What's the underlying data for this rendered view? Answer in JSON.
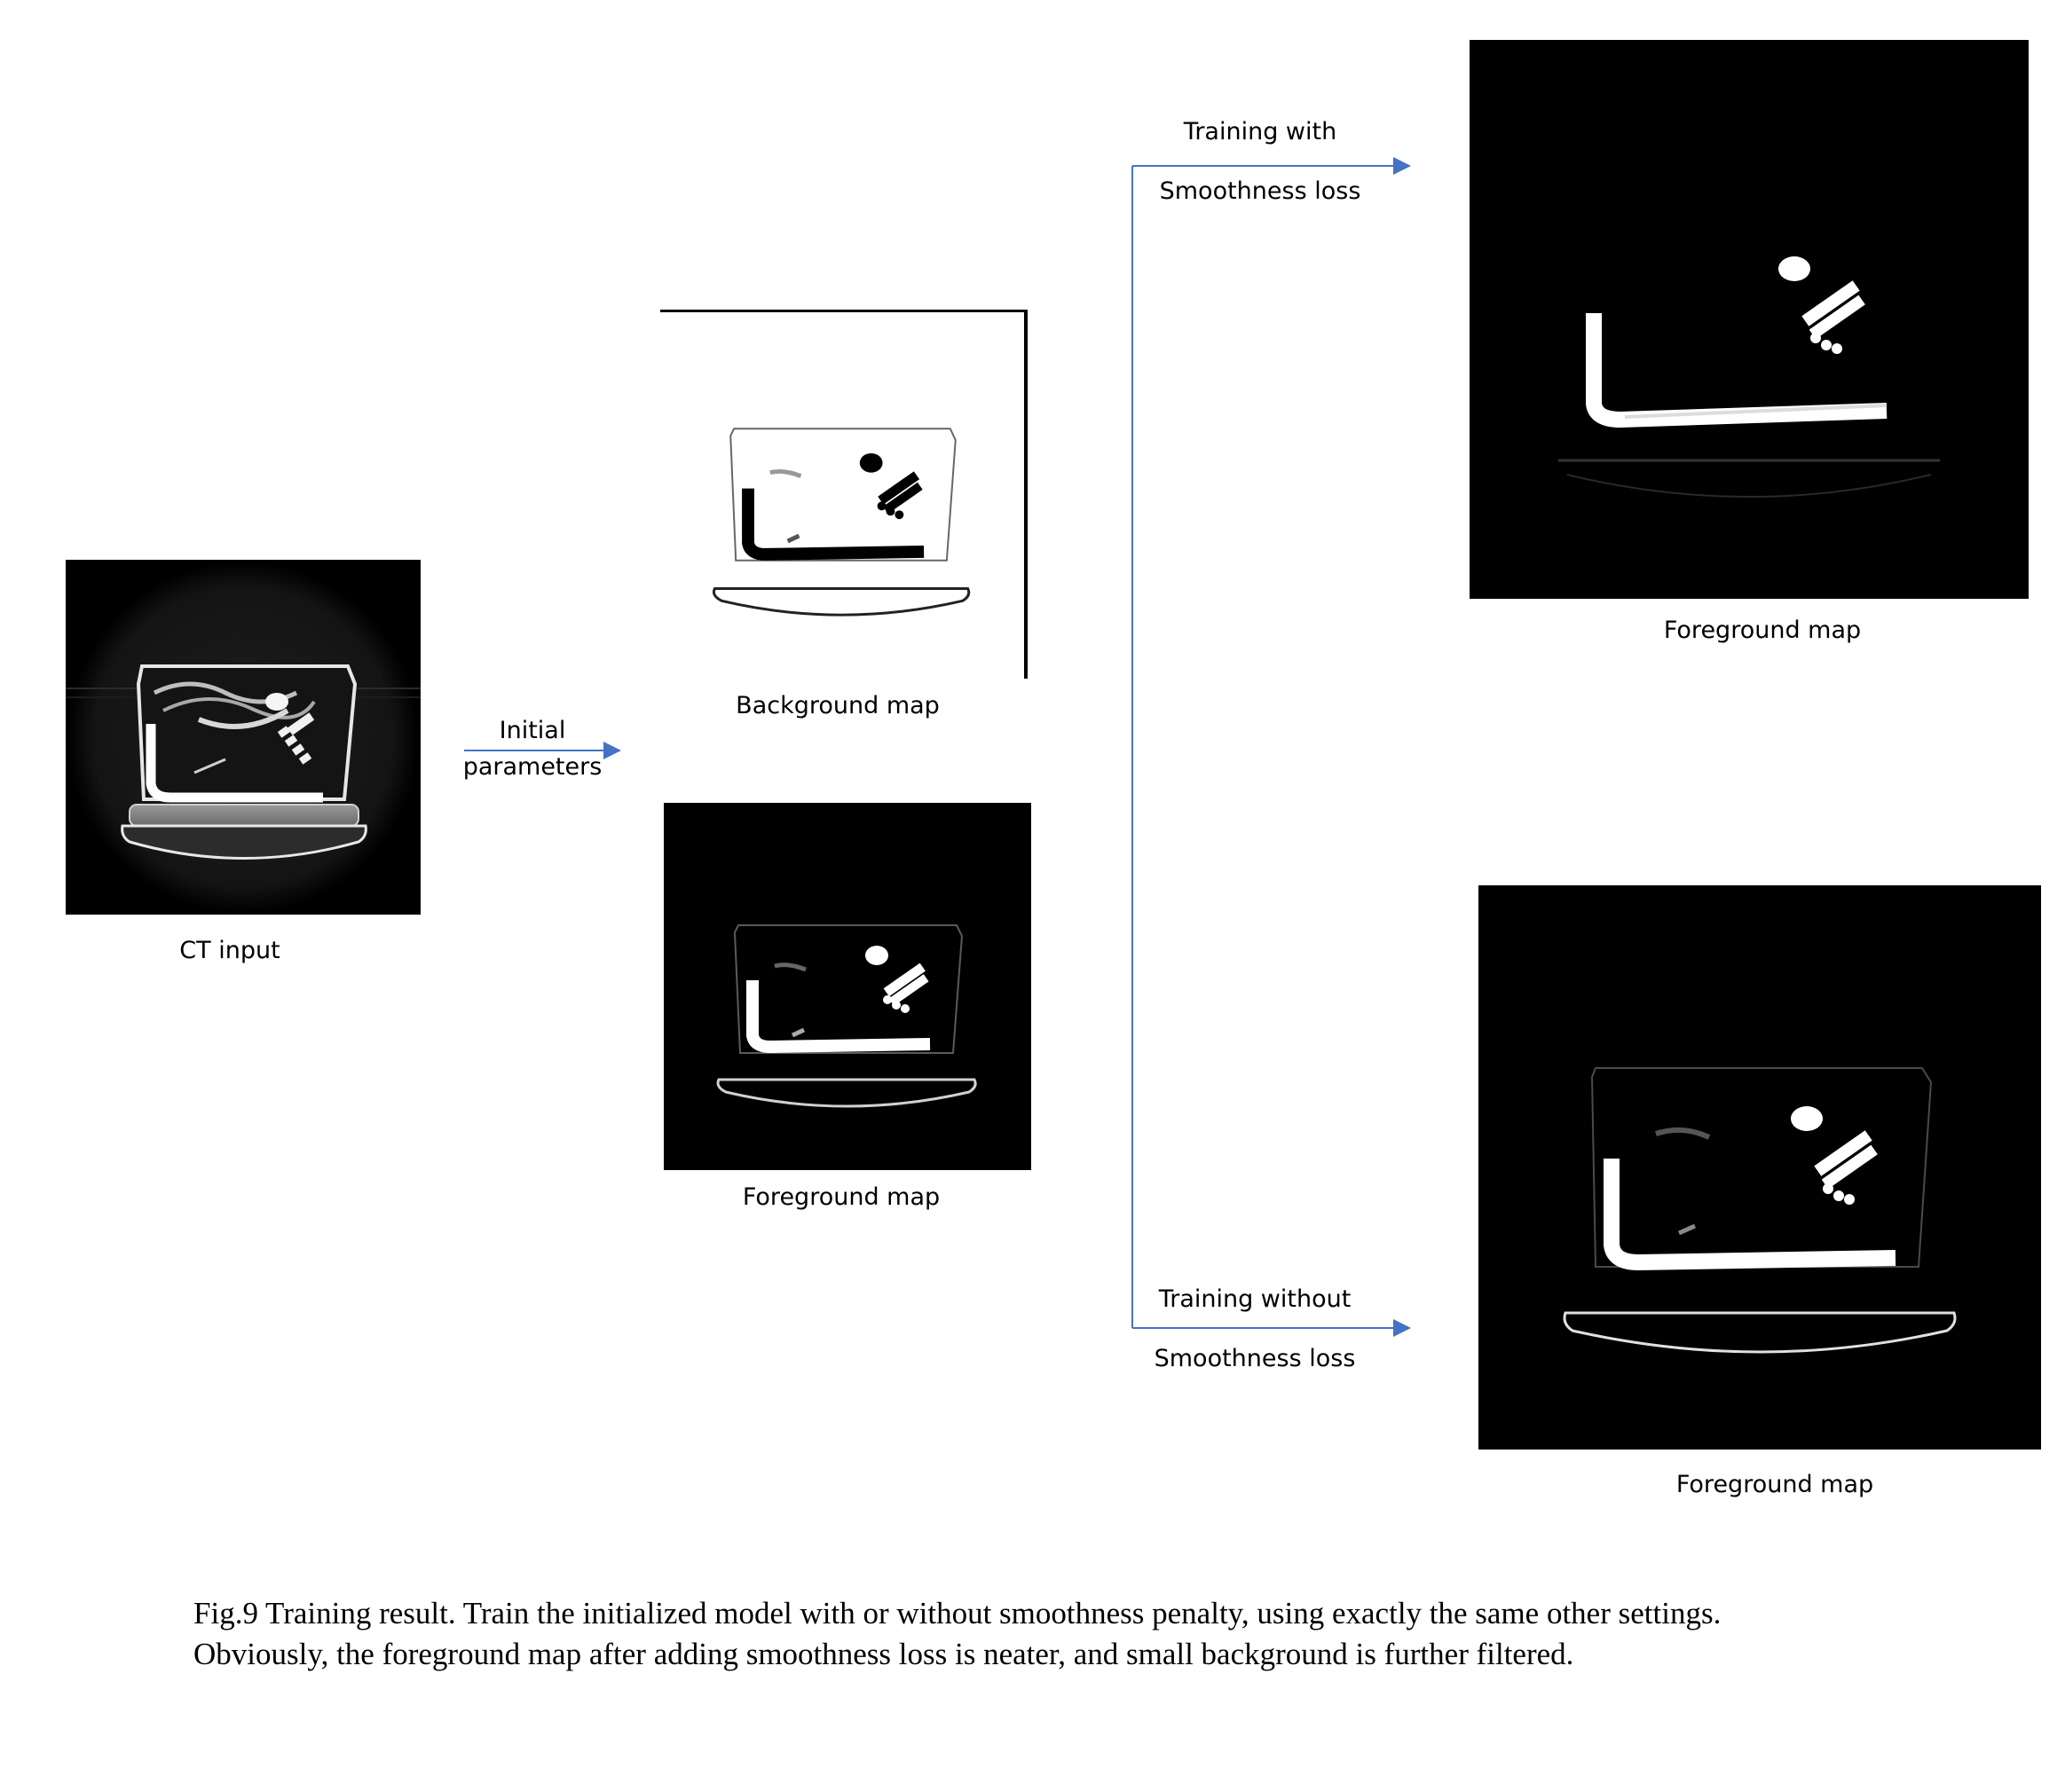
{
  "panels": {
    "ct_input": {
      "label": "CT input"
    },
    "initial_background": {
      "label": "Background map"
    },
    "initial_foreground": {
      "label": "Foreground map"
    },
    "with_smoothness_foreground": {
      "label": "Foreground map"
    },
    "without_smoothness_foreground": {
      "label": "Foreground map"
    }
  },
  "arrows": {
    "initial": {
      "line1": "Initial",
      "line2": "parameters"
    },
    "with_smoothness": {
      "line1": "Training with",
      "line2": "Smoothness loss"
    },
    "without_smoothness": {
      "line1": "Training without",
      "line2": "Smoothness loss"
    }
  },
  "caption": {
    "line1": "Fig.9  Training result. Train the initialized model with or without smoothness penalty, using exactly the same other settings.",
    "line2": "Obviously, the foreground map after adding smoothness loss is neater, and small background is further filtered."
  },
  "colors": {
    "arrow": "#4472c4",
    "panel_dark": "#000000",
    "panel_light": "#ffffff"
  }
}
